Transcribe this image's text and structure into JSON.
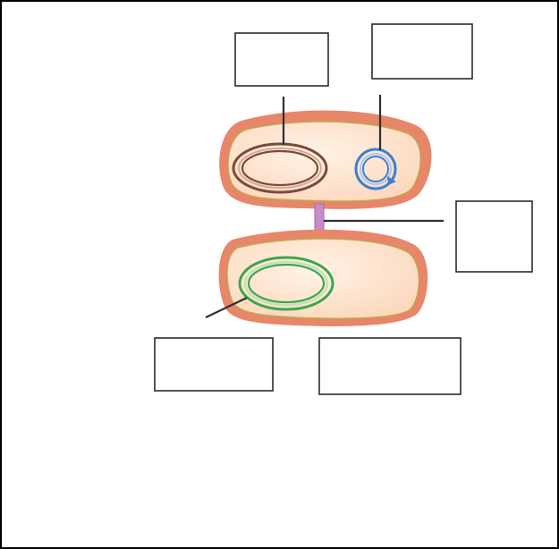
{
  "diagram": {
    "colors": {
      "cell_outer": "#e8866a",
      "cell_inner": "#fcd9bd",
      "cell_highlight": "#fff3e8",
      "cell_membrane": "#b8b04a",
      "chromosome": "#7a4a3c",
      "chromosome_light": "#d9a890",
      "plasmid": "#3f7fd1",
      "plasmid_light": "#a8c8ef",
      "recipient_chromosome": "#3fa64a",
      "recipient_chromosome_light": "#bfe3b8",
      "pilus": "#c88ac8",
      "frame": "#000000",
      "label_box_border": "#2b2b2b"
    },
    "labels": [
      {
        "id": "donor-chromosome",
        "text": ""
      },
      {
        "id": "plasmid",
        "text": ""
      },
      {
        "id": "pilus",
        "text": ""
      },
      {
        "id": "recipient-chromosome",
        "text": ""
      },
      {
        "id": "recipient-cell",
        "text": ""
      }
    ]
  }
}
